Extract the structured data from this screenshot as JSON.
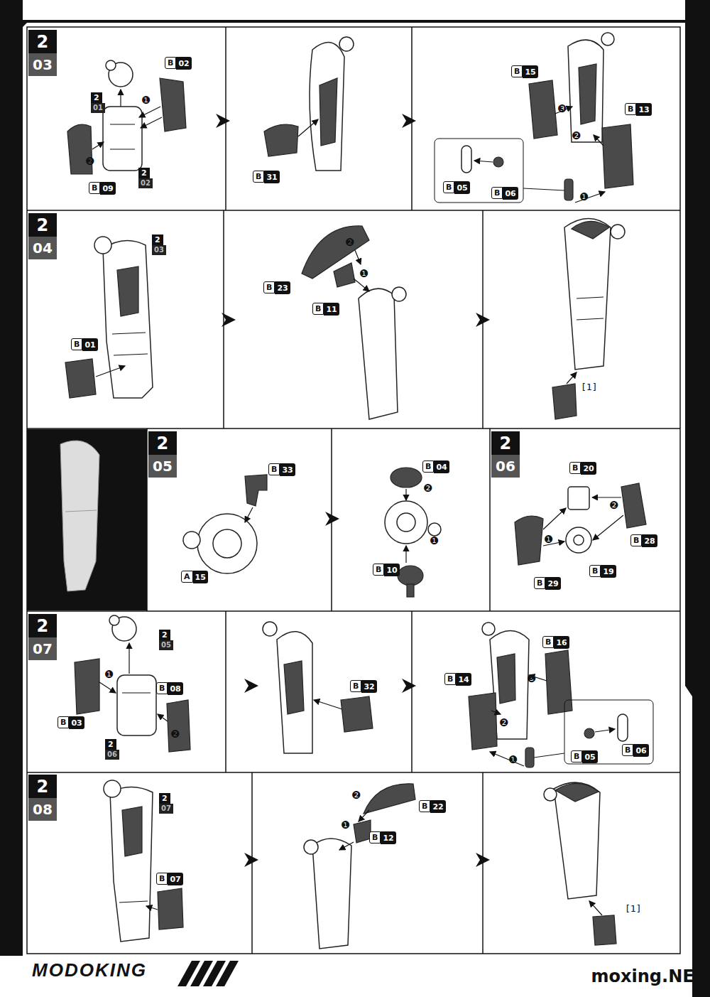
{
  "diagram": {
    "nodes": [
      {
        "text": [
          "2",
          "03"
        ]
      },
      {
        "text": [
          "2",
          "04"
        ]
      },
      {
        "text": [
          "2",
          "05"
        ]
      },
      {
        "text": [
          "2",
          "06"
        ]
      },
      {
        "text": [
          "2",
          "07"
        ]
      },
      {
        "text": [
          "2",
          "08"
        ]
      }
    ],
    "labels": [
      "2",
      "01",
      "B",
      "02",
      "❶",
      "❷",
      "B",
      "09",
      "2",
      "02",
      "B",
      "31",
      "B",
      "15",
      "❸",
      "B",
      "13",
      "❷",
      "B",
      "05",
      "B",
      "06",
      "❶",
      "2",
      "03",
      "B",
      "01",
      "B",
      "23",
      "B",
      "11",
      "❷",
      "❶",
      "[1]",
      "B",
      "33",
      "A",
      "15",
      "B",
      "04",
      "❷",
      "❶",
      "B",
      "10",
      "B",
      "20",
      "❷",
      "❶",
      "B",
      "28",
      "B",
      "29",
      "B",
      "19",
      "2",
      "05",
      "❶",
      "B",
      "08",
      "B",
      "03",
      "❷",
      "2",
      "06",
      "B",
      "32",
      "B",
      "16",
      "B",
      "14",
      "❸",
      "❷",
      "❶",
      "B",
      "05",
      "B",
      "06",
      "2",
      "07",
      "B",
      "07",
      "❷",
      "❶",
      "B",
      "22",
      "B",
      "12",
      "[1]",
      "MODOKING",
      "moxing.NET"
    ]
  }
}
